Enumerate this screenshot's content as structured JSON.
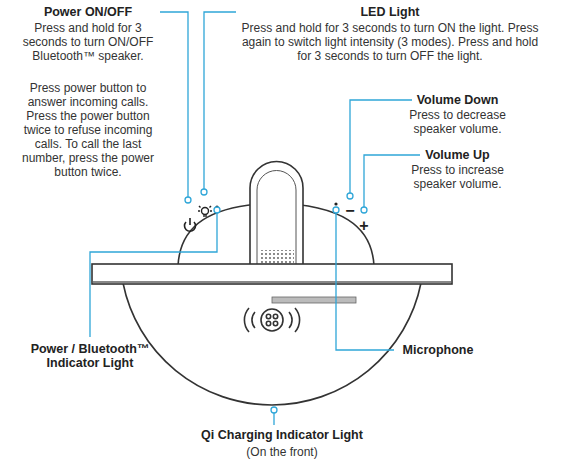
{
  "diagram": {
    "labels": [
      "Power ON/OFF",
      "Press and hold for 3 seconds to turn ON/OFF Bluetooth™ speaker.",
      "Press power button to answer incoming calls. Press the power button twice to refuse incoming calls. To call the last number, press the power button twice.",
      "LED Light",
      "Press and hold for 3 seconds to turn ON the light. Press again to switch light intensity (3 modes). Press and hold for 3 seconds to turn OFF the light.",
      "Volume Down",
      "Press to decrease speaker volume.",
      "Volume Up",
      "Press to increase speaker volume.",
      "Power / Bluetooth™ Indicator Light",
      "Microphone",
      "Qi Charging Indicator Light",
      "(On the front)",
      "−",
      "+"
    ]
  }
}
